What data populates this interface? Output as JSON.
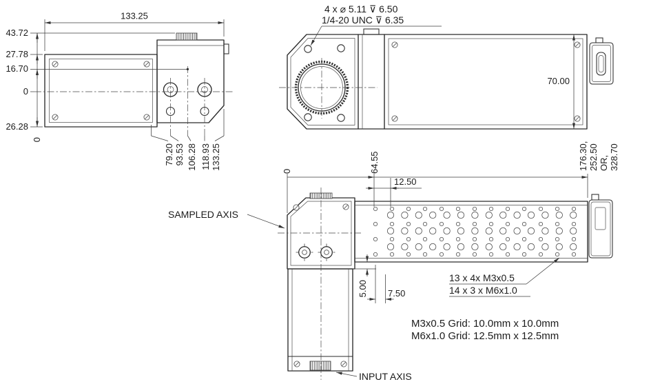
{
  "side_view": {
    "dim_width": "133.25",
    "dims_left": [
      "43.72",
      "27.78",
      "16.70",
      "0",
      "26.28"
    ],
    "dims_bottom": [
      "0",
      "79.20",
      "93.53",
      "106.28",
      "118.93",
      "133.25"
    ]
  },
  "front_view": {
    "callout": [
      "4 x ⌀ 5.11  ⊽ 6.50",
      "1/4-20 UNC  ⊽ 6.35"
    ],
    "dim_height": "70.00"
  },
  "top_view": {
    "axis_labels": {
      "sampled": "SAMPLED AXIS",
      "input": "INPUT AXIS"
    },
    "linear": [
      "0",
      "64.55",
      "12.50",
      "5.00",
      "7.50"
    ],
    "length_options": [
      "176.30,",
      "252.50",
      "OR,",
      "328.70"
    ],
    "callouts": [
      "13 x 4x M3x0.5",
      "14 x 3 x M6x1.0"
    ],
    "notes": [
      "M3x0.5 Grid: 10.0mm x 10.0mm",
      "M6x1.0 Grid: 12.5mm x 12.5mm"
    ],
    "grid": {
      "m3": {
        "cols": 13,
        "rows": 4
      },
      "m6": {
        "cols": 14,
        "rows": 3
      }
    }
  }
}
